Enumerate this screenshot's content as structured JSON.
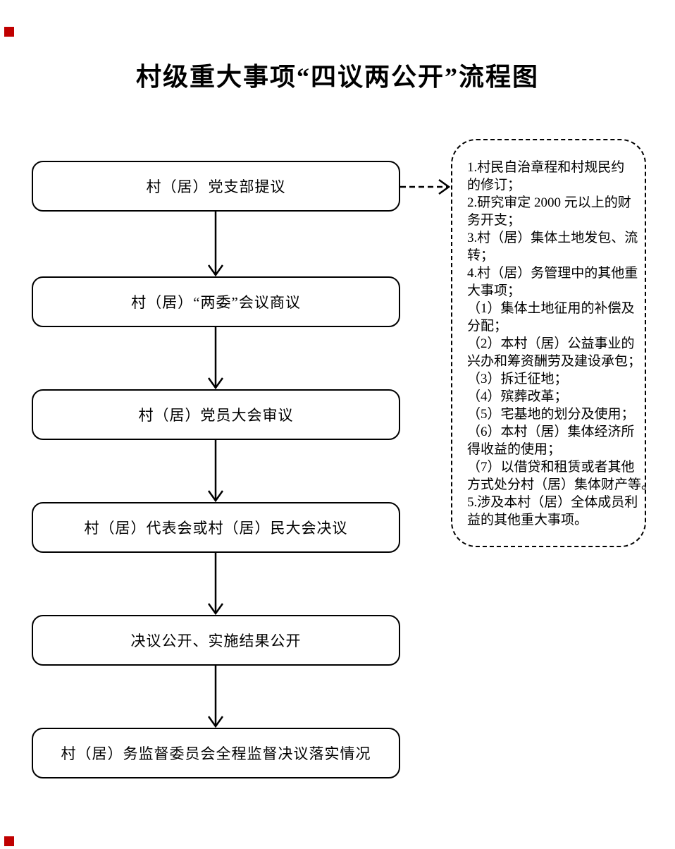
{
  "page": {
    "title": "村级重大事项“四议两公开”流程图"
  },
  "flow": {
    "steps": [
      {
        "label": "村（居）党支部提议"
      },
      {
        "label": "村（居）“两委”会议商议"
      },
      {
        "label": "村（居）党员大会审议"
      },
      {
        "label": "村（居）代表会或村（居）民大会决议"
      },
      {
        "label": "决议公开、实施结果公开"
      },
      {
        "label": "村（居）务监督委员会全程监督决议落实情况"
      }
    ]
  },
  "note": {
    "lines": [
      "1.村民自治章程和村规民约",
      "的修订；",
      "2.研究审定 2000 元以上的财",
      "务开支；",
      "3.村（居）集体土地发包、流",
      "转；",
      "4.村（居）务管理中的其他重",
      "大事项；",
      "（1）集体土地征用的补偿及",
      "分配；",
      "（2）本村（居）公益事业的",
      "兴办和筹资酬劳及建设承包；",
      "（3）拆迁征地；",
      "（4）殡葬改革；",
      "（5）宅基地的划分及使用；",
      "（6）本村（居）集体经济所",
      "得收益的使用；",
      "（7）以借贷和租赁或者其他",
      "方式处分村（居）集体财产等。",
      "5.涉及本村（居）全体成员利",
      "益的其他重大事项。"
    ]
  },
  "icons": {
    "down_arrow": "open-chevron-down-arrow",
    "dashed_arrow": "dashed-open-arrow-right"
  },
  "colors": {
    "ink": "#000000",
    "background": "#ffffff",
    "marker": "#c00000"
  }
}
